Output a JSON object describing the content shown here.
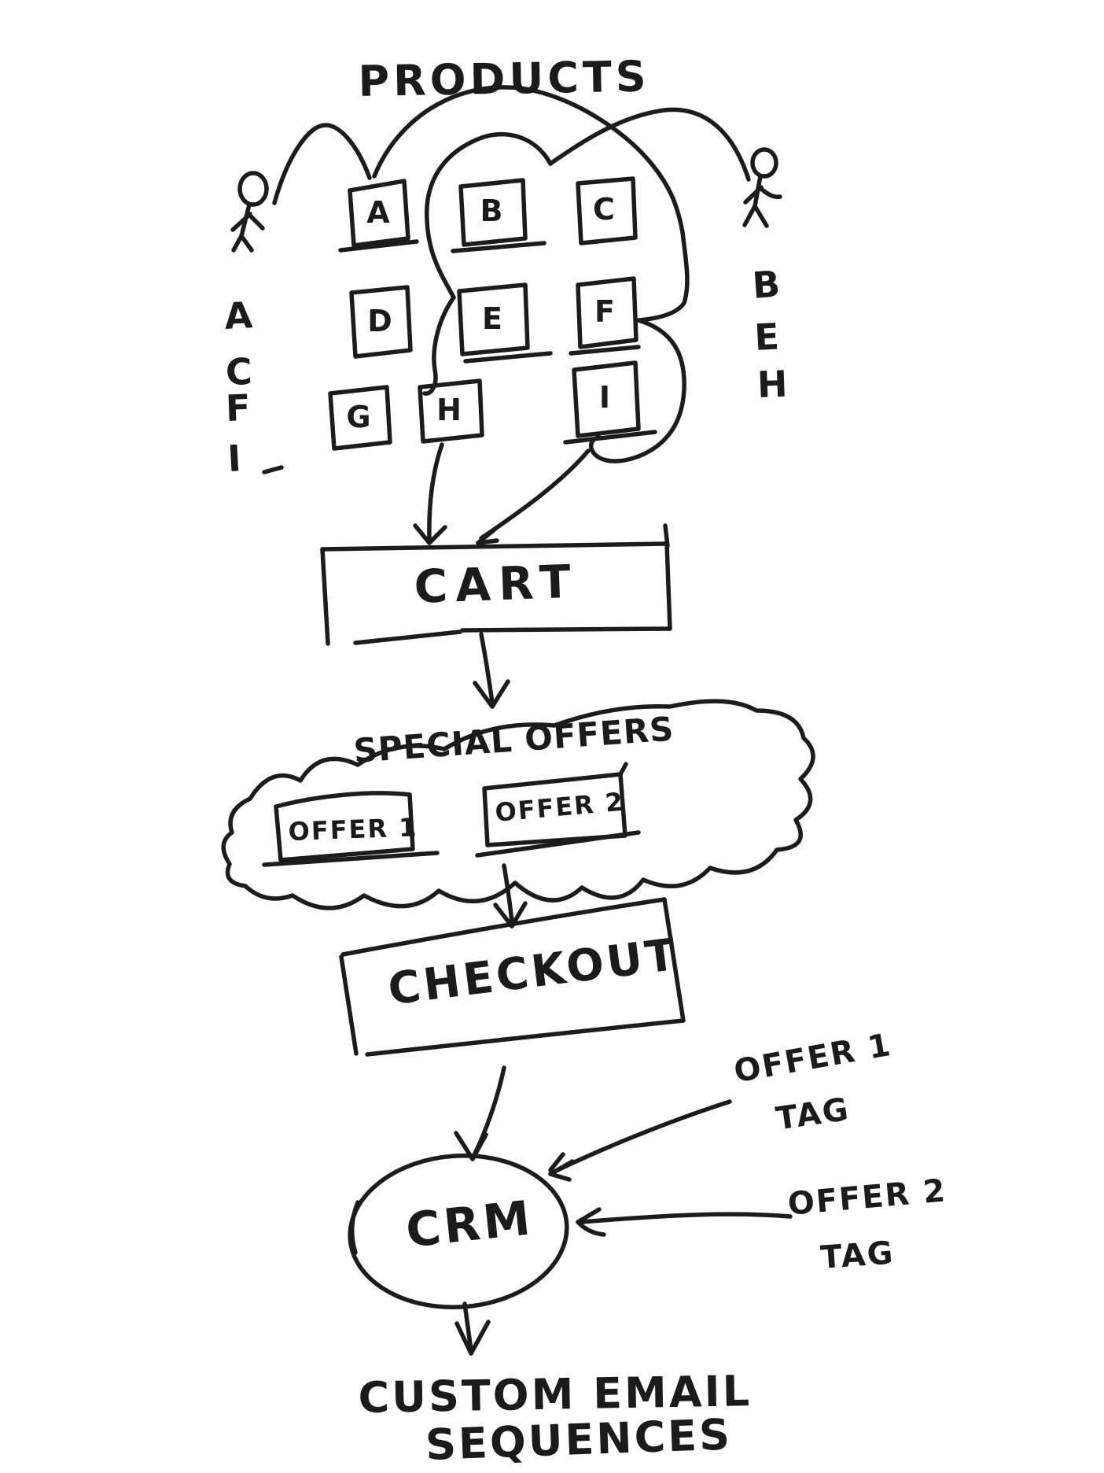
{
  "colors": {
    "ink": "#1c1c1c",
    "paper": "#ffffff"
  },
  "title": "PRODUCTS",
  "products": {
    "grid": [
      "A",
      "B",
      "C",
      "D",
      "E",
      "F",
      "G",
      "H",
      "I"
    ]
  },
  "buyers": {
    "left": {
      "purchases": [
        "A",
        "C",
        "F",
        "I"
      ]
    },
    "right": {
      "purchases": [
        "B",
        "E",
        "H"
      ]
    }
  },
  "cart": {
    "label": "CART"
  },
  "special_offers": {
    "title": "SPECIAL OFFERS",
    "offers": [
      "OFFER 1",
      "OFFER 2"
    ]
  },
  "checkout": {
    "label": "CHECKOUT"
  },
  "crm": {
    "label": "CRM",
    "tag1": {
      "line1": "OFFER 1",
      "line2": "TAG"
    },
    "tag2": {
      "line1": "OFFER 2",
      "line2": "TAG"
    }
  },
  "footer": {
    "line1": "CUSTOM EMAIL",
    "line2": "SEQUENCES"
  },
  "connections": [
    {
      "from": "left customer",
      "to": "products A, C, F, I"
    },
    {
      "from": "right customer",
      "to": "products B, E, H"
    },
    {
      "from": "product H",
      "to": "CART"
    },
    {
      "from": "product I",
      "to": "CART"
    },
    {
      "from": "CART",
      "to": "SPECIAL OFFERS"
    },
    {
      "from": "SPECIAL OFFERS",
      "to": "CHECKOUT"
    },
    {
      "from": "CHECKOUT",
      "to": "CRM"
    },
    {
      "from": "OFFER 1 TAG",
      "to": "CRM"
    },
    {
      "from": "OFFER 2 TAG",
      "to": "CRM"
    },
    {
      "from": "CRM",
      "to": "CUSTOM EMAIL SEQUENCES"
    }
  ]
}
